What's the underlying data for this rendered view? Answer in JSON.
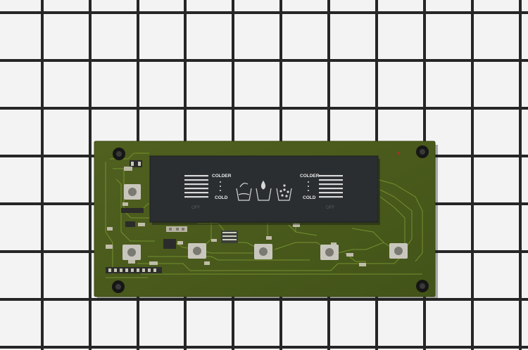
{
  "photo": {
    "subject": "refrigerator control board",
    "background": "grid-paper",
    "colors": {
      "paper": "#f2f2f2",
      "grid_line": "#2a2a2a",
      "board": "#4a5a1c",
      "trace": "#6f8a2a",
      "overlay": "#2b2e31",
      "overlay_text": "#e8e8e8"
    }
  },
  "overlay": {
    "left_colder": "COLDER",
    "left_cold": "COLD",
    "left_off": "OFF",
    "right_colder": "COLDER",
    "right_cold": "COLD",
    "right_off": "OFF",
    "icons": [
      "water-dispense-icon",
      "water-drop-icon",
      "ice-cubes-icon"
    ]
  },
  "buttons": [
    "tactile-switch-1",
    "tactile-switch-2",
    "tactile-switch-3",
    "tactile-switch-4",
    "tactile-switch-5"
  ]
}
